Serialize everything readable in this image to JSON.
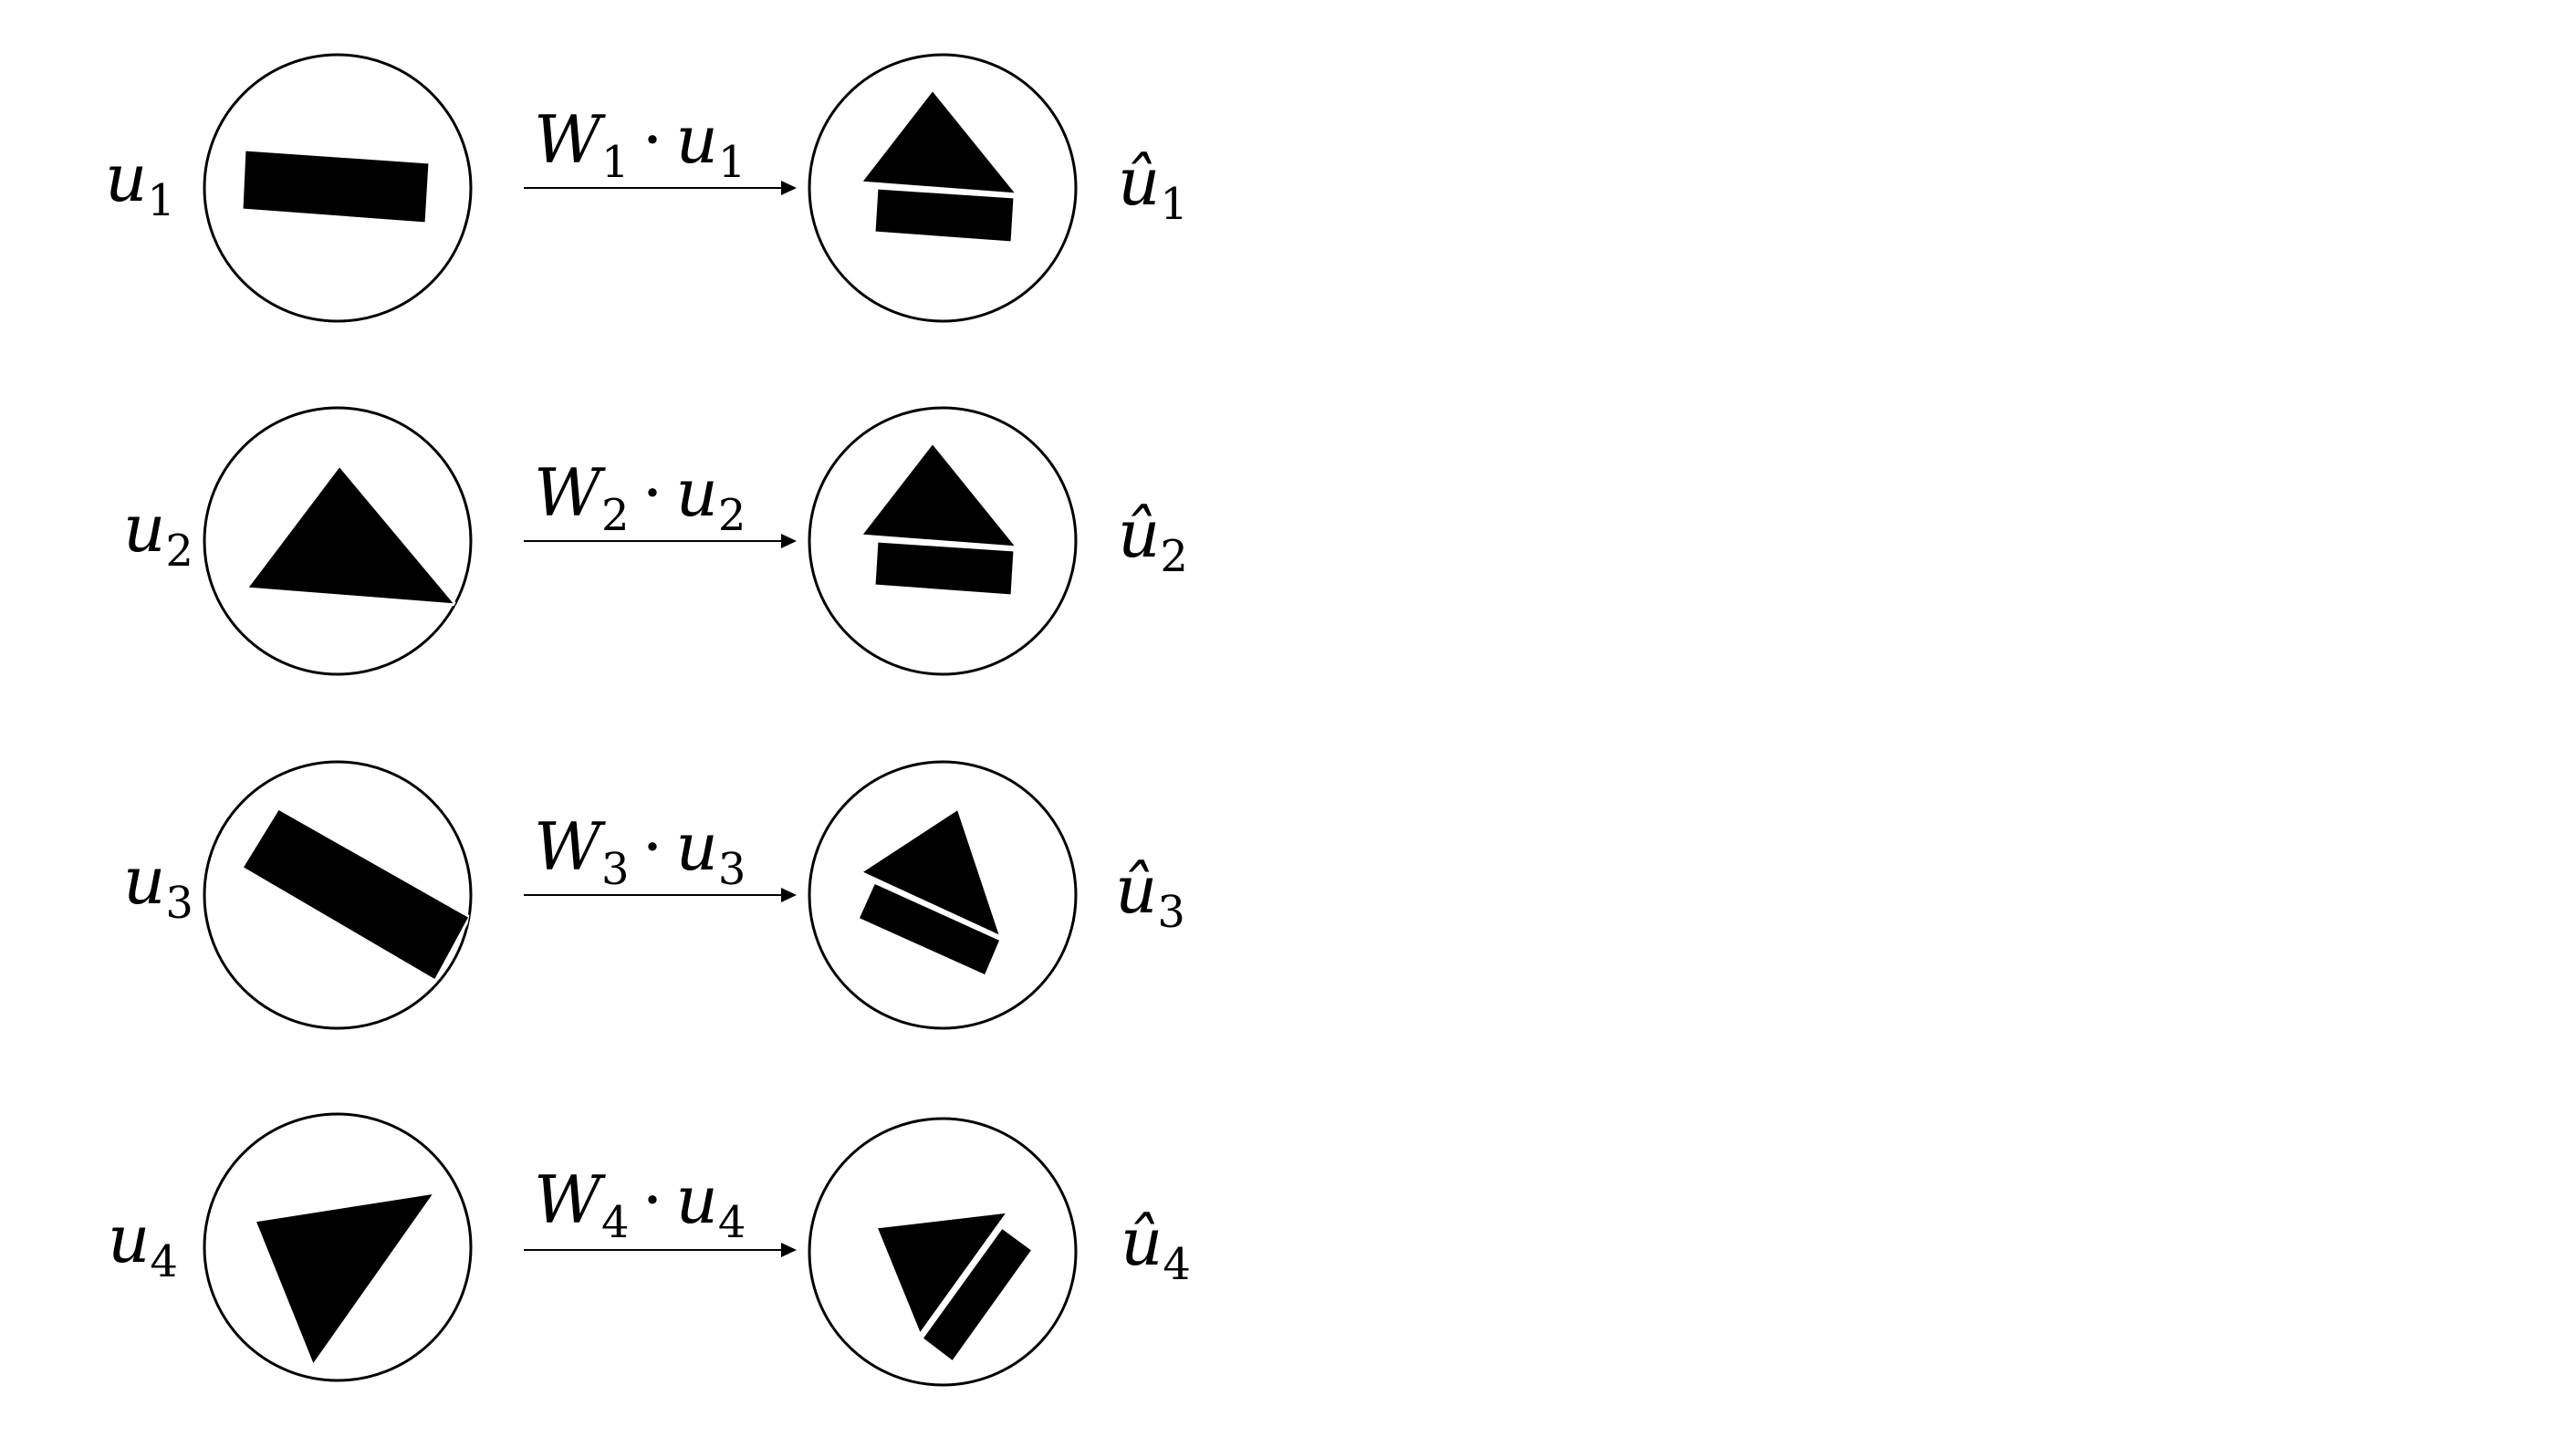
{
  "rows": [
    {
      "input_label": {
        "base": "u",
        "sub": "1"
      },
      "transform_label": {
        "w": "W",
        "w_sub": "1",
        "dot": "·",
        "u": "u",
        "u_sub": "1"
      },
      "output_label": {
        "base": "û",
        "sub": "1"
      }
    },
    {
      "input_label": {
        "base": "u",
        "sub": "2"
      },
      "transform_label": {
        "w": "W",
        "w_sub": "2",
        "dot": "·",
        "u": "u",
        "u_sub": "2"
      },
      "output_label": {
        "base": "û",
        "sub": "2"
      }
    },
    {
      "input_label": {
        "base": "u",
        "sub": "3"
      },
      "transform_label": {
        "w": "W",
        "w_sub": "3",
        "dot": "·",
        "u": "u",
        "u_sub": "3"
      },
      "output_label": {
        "base": "û",
        "sub": "3"
      }
    },
    {
      "input_label": {
        "base": "u",
        "sub": "4"
      },
      "transform_label": {
        "w": "W",
        "w_sub": "4",
        "dot": "·",
        "u": "u",
        "u_sub": "4"
      },
      "output_label": {
        "base": "û",
        "sub": "4"
      }
    }
  ]
}
